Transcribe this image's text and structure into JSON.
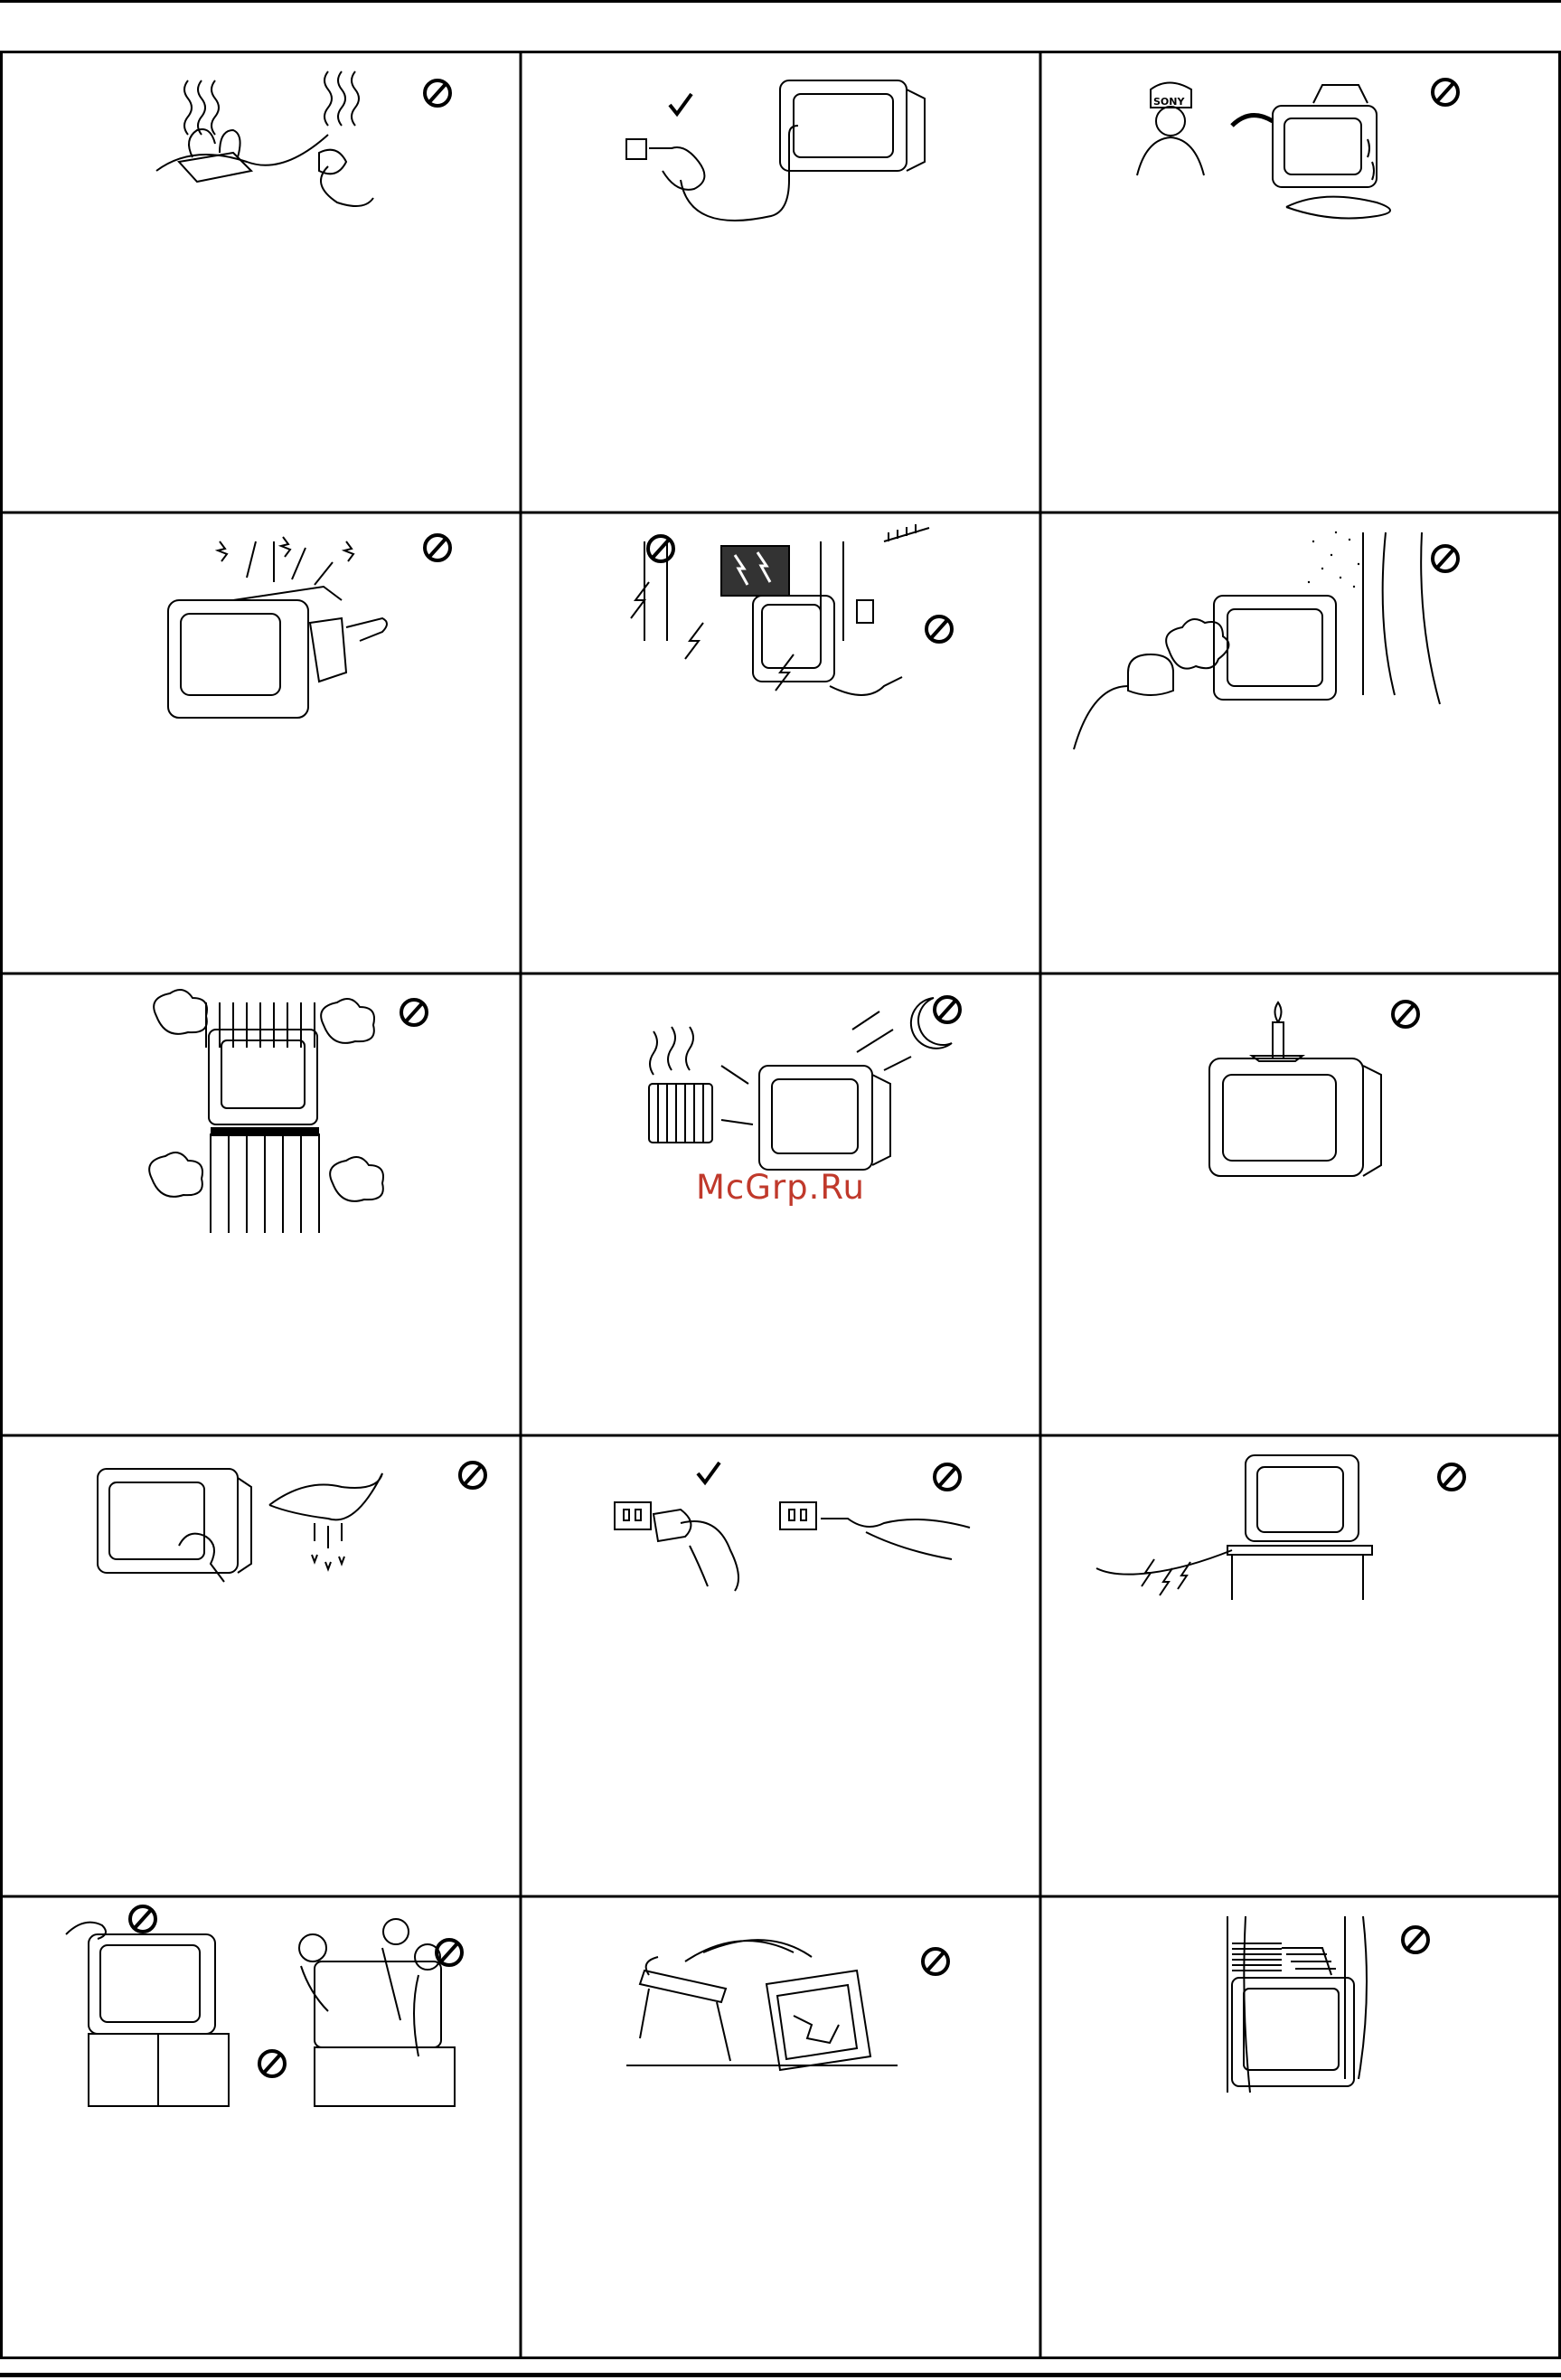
{
  "watermark": "McGrp.Ru",
  "symbols": {
    "prohibited": "prohibition-icon",
    "allowed": "checkmark-icon",
    "brand_on_cap": "SONY"
  },
  "cells": [
    {
      "id": "r1c1",
      "icon": "overloaded-outlet-heat-icon",
      "marks": [
        "prohibited"
      ]
    },
    {
      "id": "r1c2",
      "icon": "unplug-from-outlet-icon",
      "marks": [
        "allowed"
      ]
    },
    {
      "id": "r1c3",
      "icon": "service-technician-spill-icon",
      "marks": [
        "prohibited"
      ]
    },
    {
      "id": "r2c1",
      "icon": "open-cabinet-sparks-icon",
      "marks": [
        "prohibited"
      ]
    },
    {
      "id": "r2c2",
      "icon": "lightning-storm-icon",
      "marks": [
        "prohibited",
        "prohibited"
      ]
    },
    {
      "id": "r2c3",
      "icon": "humidity-steam-icon",
      "marks": [
        "prohibited"
      ]
    },
    {
      "id": "r3c1",
      "icon": "blocked-ventilation-icon",
      "marks": [
        "prohibited"
      ]
    },
    {
      "id": "r3c2",
      "icon": "heat-sources-icon",
      "marks": [
        "prohibited"
      ]
    },
    {
      "id": "r3c3",
      "icon": "candle-on-tv-icon",
      "marks": [
        "prohibited"
      ]
    },
    {
      "id": "r4c1",
      "icon": "wet-cloth-cleaning-icon",
      "marks": [
        "prohibited"
      ]
    },
    {
      "id": "r4c2",
      "icon": "plug-handling-icon",
      "marks": [
        "allowed",
        "prohibited"
      ]
    },
    {
      "id": "r4c3",
      "icon": "damaged-cord-icon",
      "marks": [
        "prohibited"
      ]
    },
    {
      "id": "r5c1",
      "icon": "children-climbing-icon",
      "marks": [
        "prohibited",
        "prohibited",
        "prohibited"
      ]
    },
    {
      "id": "r5c2",
      "icon": "falling-tv-icon",
      "marks": [
        "prohibited"
      ]
    },
    {
      "id": "r5c3",
      "icon": "objects-on-top-icon",
      "marks": [
        "prohibited"
      ]
    }
  ]
}
